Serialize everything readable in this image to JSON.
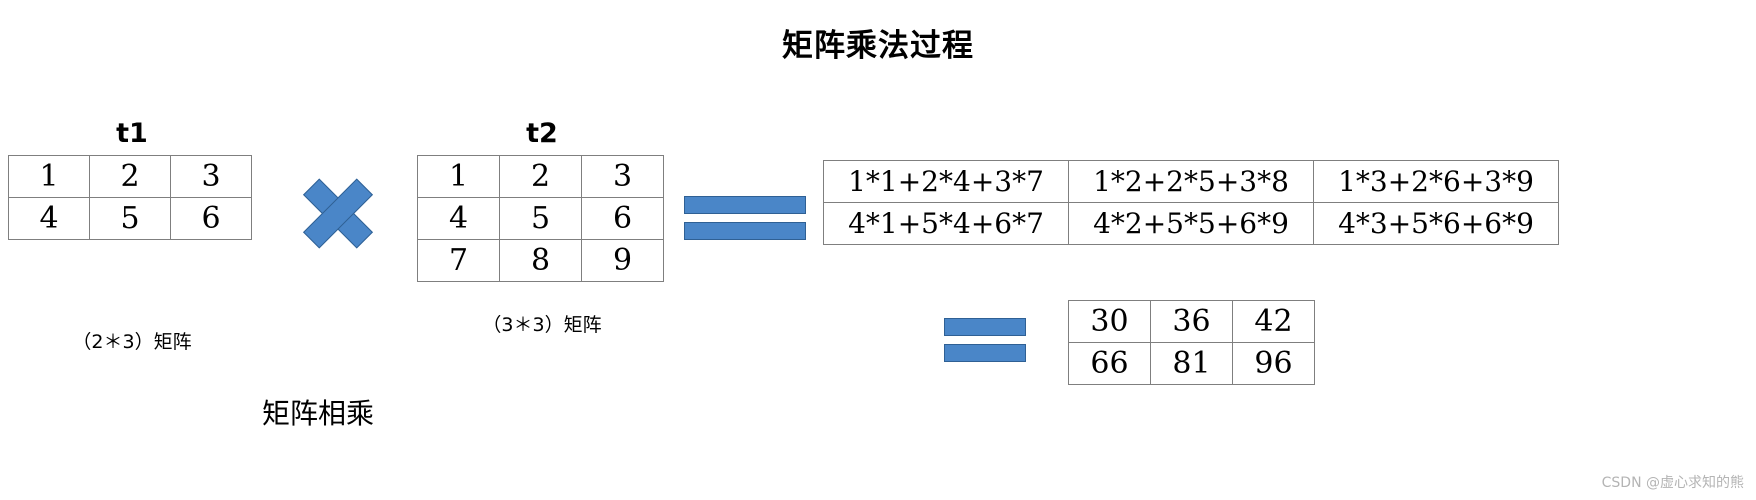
{
  "title": "矩阵乘法过程",
  "matrix_t1": {
    "label": "t1",
    "caption": "（2＊3）矩阵",
    "rows": [
      [
        "1",
        "2",
        "3"
      ],
      [
        "4",
        "5",
        "6"
      ]
    ]
  },
  "matrix_t2": {
    "label": "t2",
    "caption": "（3＊3）矩阵",
    "rows": [
      [
        "1",
        "2",
        "3"
      ],
      [
        "4",
        "5",
        "6"
      ],
      [
        "7",
        "8",
        "9"
      ]
    ]
  },
  "expression_matrix": {
    "rows": [
      [
        "1*1+2*4+3*7",
        "1*2+2*5+3*8",
        "1*3+2*6+3*9"
      ],
      [
        "4*1+5*4+6*7",
        "4*2+5*5+6*9",
        "4*3+5*6+6*9"
      ]
    ]
  },
  "result_matrix": {
    "rows": [
      [
        "30",
        "36",
        "42"
      ],
      [
        "66",
        "81",
        "96"
      ]
    ]
  },
  "operators": {
    "multiply": "×",
    "equals_1": "=",
    "equals_2": "="
  },
  "bottom_label": "矩阵相乘",
  "watermark": "CSDN @虚心求知的熊",
  "colors": {
    "operator_fill": "#4a86c8",
    "operator_stroke": "#2f6094",
    "table_border": "#7f7f7f",
    "background": "#ffffff",
    "text": "#000000",
    "watermark": "#b4b4b4"
  }
}
